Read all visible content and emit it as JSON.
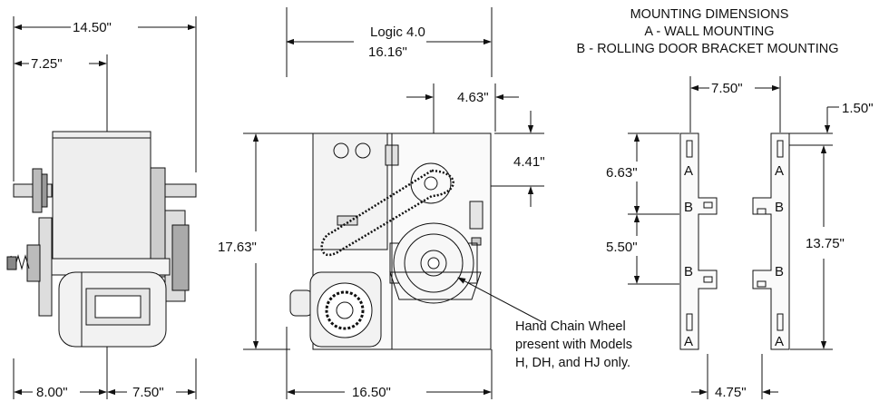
{
  "mounting_title": {
    "line1": "MOUNTING DIMENSIONS",
    "line2": "A - WALL MOUNTING",
    "line3": "B - ROLLING DOOR BRACKET MOUNTING"
  },
  "side_view": {
    "overall_width": "14.50\"",
    "half_width": "7.25\"",
    "left_offset": "8.00\"",
    "right_offset": "7.50\""
  },
  "front_view": {
    "model_label": "Logic 4.0",
    "top_width": "16.16\"",
    "sprocket_offset": "4.63\"",
    "sprocket_drop": "4.41\"",
    "overall_height": "17.63\"",
    "bottom_width": "16.50\"",
    "note": {
      "line1": "Hand Chain Wheel",
      "line2": "present with Models",
      "line3": "H, DH, and HJ only."
    }
  },
  "brackets": {
    "width_top": "7.50\"",
    "top_offset": "1.50\"",
    "a_to_b": "6.63\"",
    "b_to_b": "5.50\"",
    "right_span": "13.75\"",
    "bottom_width": "4.75\"",
    "slot_a": "A",
    "slot_b": "B"
  }
}
